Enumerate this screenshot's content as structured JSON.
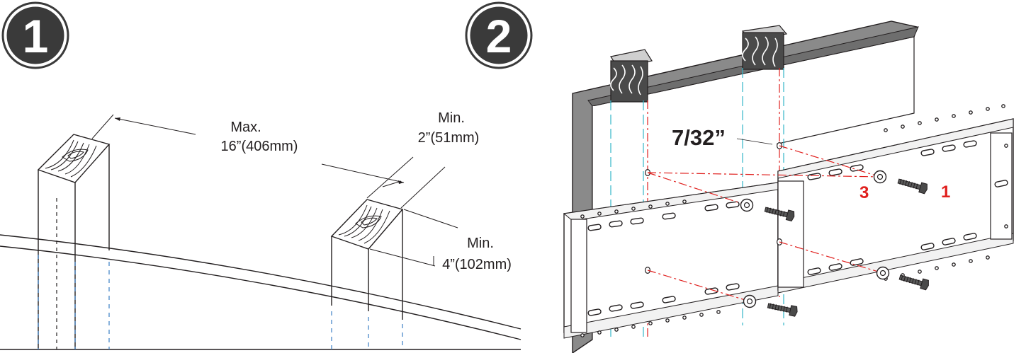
{
  "steps": {
    "step1": {
      "badge": "1"
    },
    "step2": {
      "badge": "2"
    }
  },
  "step1_labels": {
    "max_spacing_line1": "Max.",
    "max_spacing_line2": "16”(406mm)",
    "min_width_line1": "Min.",
    "min_width_line2": "2”(51mm)",
    "min_depth_line1": "Min.",
    "min_depth_line2": "4”(102mm)"
  },
  "step2_labels": {
    "drill_size": "7/32”",
    "order_left": "3",
    "order_right": "1"
  },
  "colors": {
    "badge_fill": "#3a3a3a",
    "accent_red": "#e0201e",
    "stud_centerline_blue": "#3b7fc4",
    "stud_edge_cyan": "#34b6c8"
  }
}
